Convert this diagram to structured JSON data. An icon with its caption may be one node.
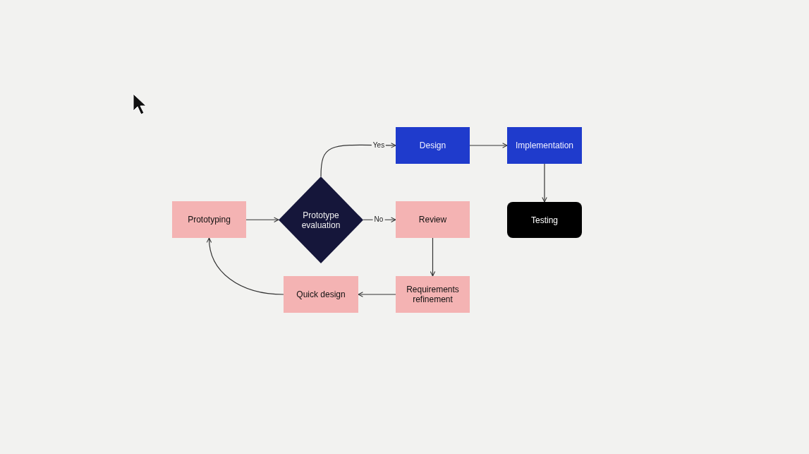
{
  "diagram": {
    "nodes": [
      {
        "text": [
          "Prototyping"
        ]
      },
      {
        "text": [
          "Prototype evaluation"
        ]
      },
      {
        "text": [
          "Design"
        ]
      },
      {
        "text": [
          "Implementation"
        ]
      },
      {
        "text": [
          "Review"
        ]
      },
      {
        "text": [
          "Testing"
        ]
      },
      {
        "text": [
          "Requirements refinement"
        ]
      },
      {
        "text": [
          "Quick design"
        ]
      }
    ],
    "edges": [
      {
        "from": 0,
        "to": 1,
        "arrow": "to"
      },
      {
        "from": 1,
        "to": 2,
        "arrow": "to",
        "label": "Yes"
      },
      {
        "from": 1,
        "to": 4,
        "arrow": "to",
        "label": "No"
      },
      {
        "from": 2,
        "to": 3,
        "arrow": "to"
      },
      {
        "from": 3,
        "to": 5,
        "arrow": "to"
      },
      {
        "from": 4,
        "to": 6,
        "arrow": "to"
      },
      {
        "from": 6,
        "to": 7,
        "arrow": "to"
      },
      {
        "from": 7,
        "to": 0,
        "arrow": "to"
      }
    ]
  }
}
